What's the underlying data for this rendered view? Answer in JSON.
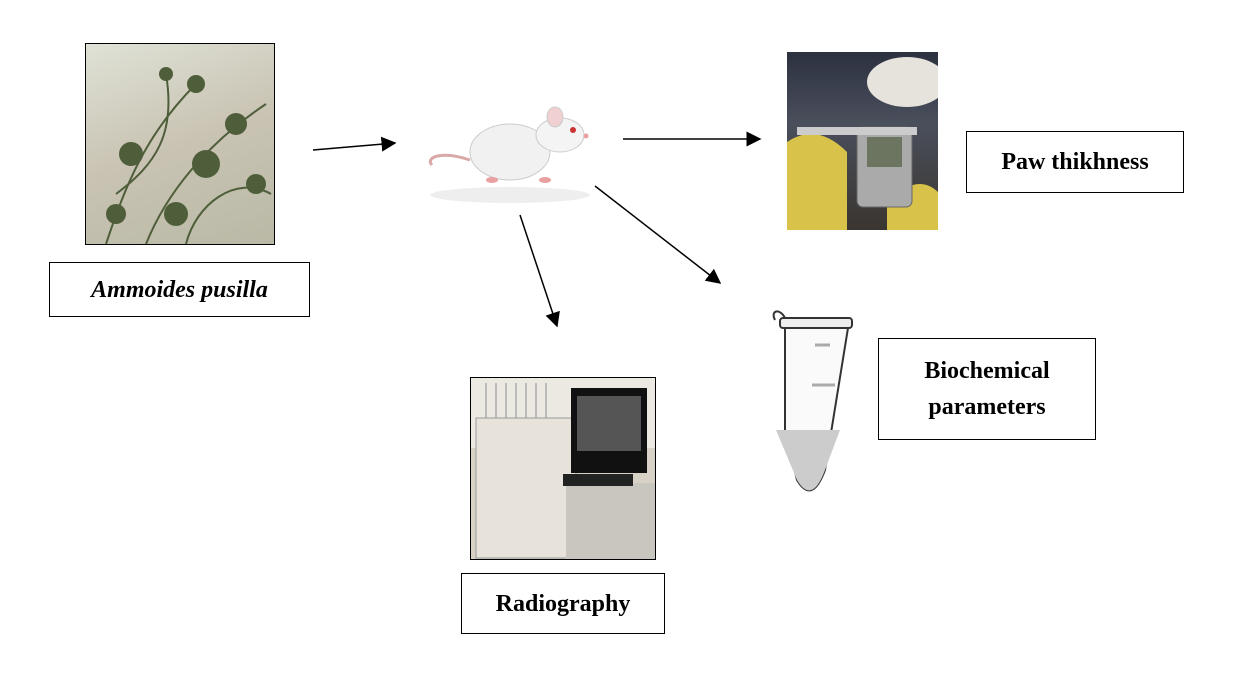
{
  "labels": {
    "plant": "Ammoides pusilla",
    "paw": "Paw thikhness",
    "biochemical_line1": "Biochemical",
    "biochemical_line2": "parameters",
    "radiography": "Radiography"
  },
  "colors": {
    "stroke": "#000000",
    "plant_green": "#4f5e3a",
    "glove_yellow": "#d9c24a"
  }
}
